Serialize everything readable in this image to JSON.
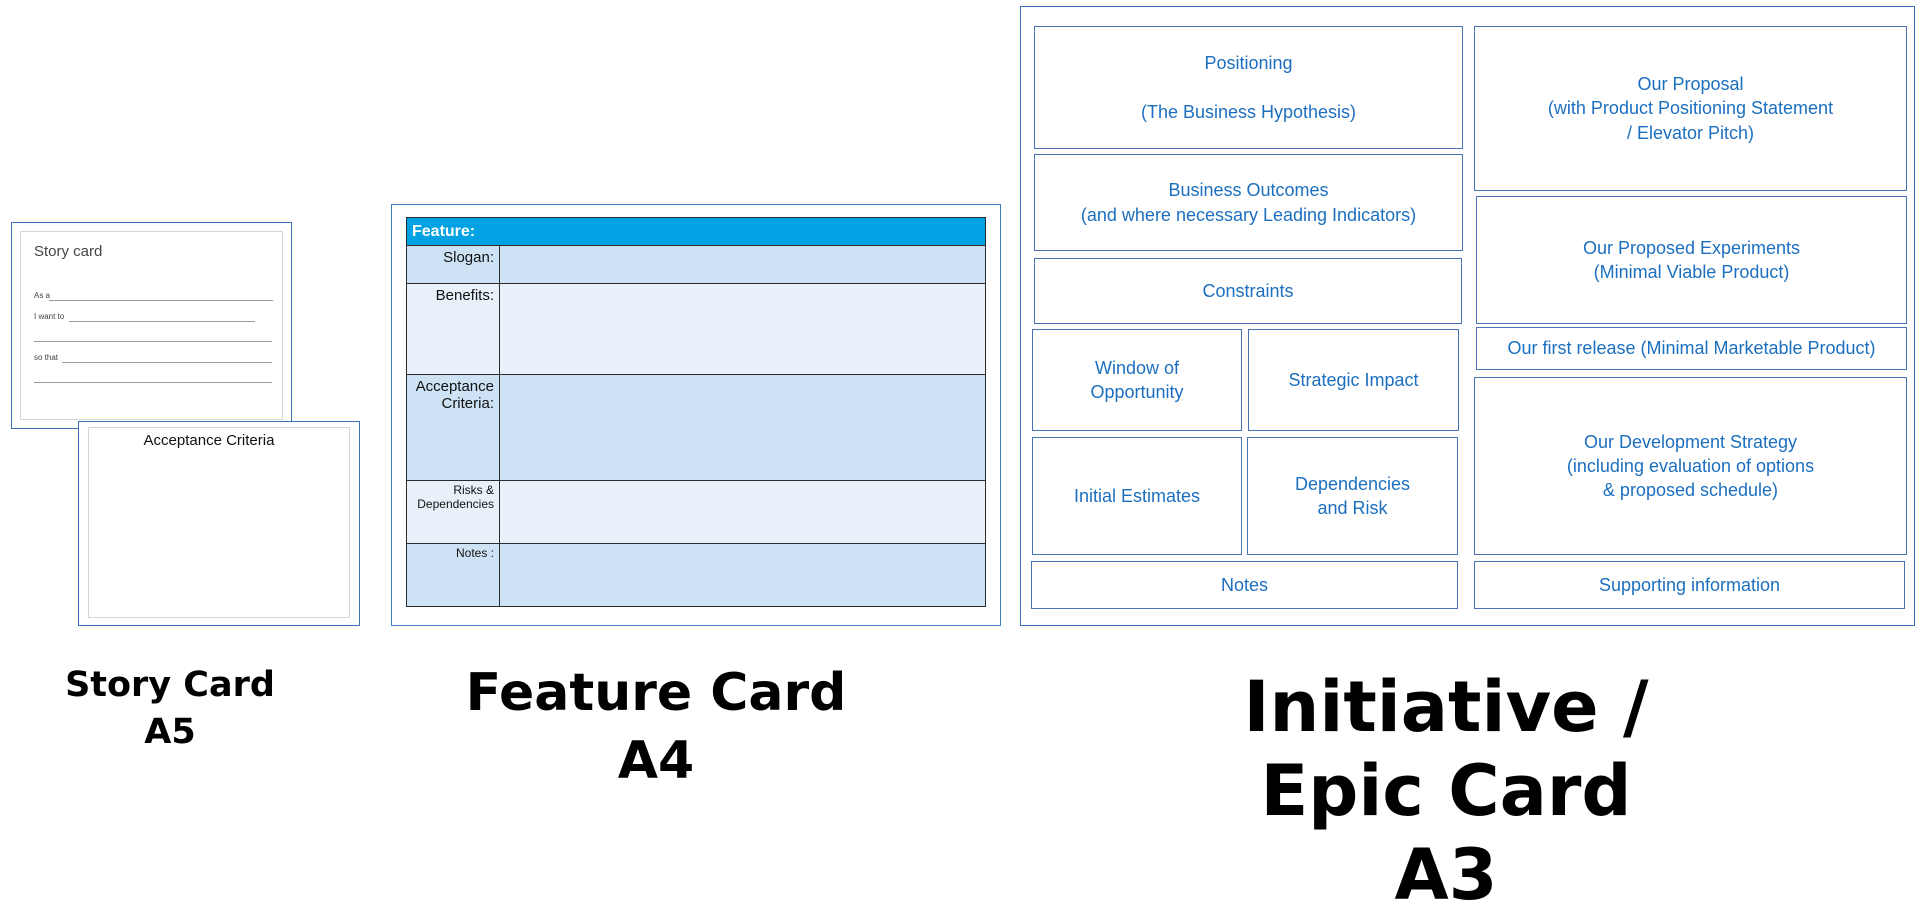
{
  "story": {
    "title": "Story card",
    "as_a": "As a",
    "i_want_to": "I want to",
    "so_that": "so that",
    "acceptance_title": "Acceptance Criteria"
  },
  "feature": {
    "header": "Feature:",
    "slogan": "Slogan:",
    "benefits": "Benefits:",
    "acceptance": "Acceptance Criteria:",
    "risks": "Risks & Dependencies",
    "notes": "Notes :",
    "colors": {
      "header": "#00a2e3",
      "row_dark": "#cde2f5",
      "row_light": "#e8f1fa"
    }
  },
  "epic": {
    "positioning": "Positioning\n\n(The Business Hypothesis)",
    "business_outcomes": "Business Outcomes\n(and where necessary Leading Indicators)",
    "constraints": "Constraints",
    "window": "Window of\nOpportunity",
    "strategic": "Strategic Impact",
    "estimates": "Initial Estimates",
    "dependencies": "Dependencies\nand Risk",
    "notes": "Notes",
    "proposal": "Our Proposal\n(with Product Positioning Statement\n/ Elevator Pitch)",
    "experiments": "Our Proposed Experiments\n(Minimal Viable Product)",
    "first_release": "Our first release (Minimal Marketable Product)",
    "dev_strategy": "Our Development Strategy\n(including evaluation of options\n& proposed schedule)",
    "supporting": "Supporting information",
    "colors": {
      "text": "#1c6fbf",
      "border": "#4a73b6"
    }
  },
  "captions": {
    "story": "Story Card\nA5",
    "feature": "Feature Card\nA4",
    "epic": "Initiative / Epic Card\nA3"
  }
}
